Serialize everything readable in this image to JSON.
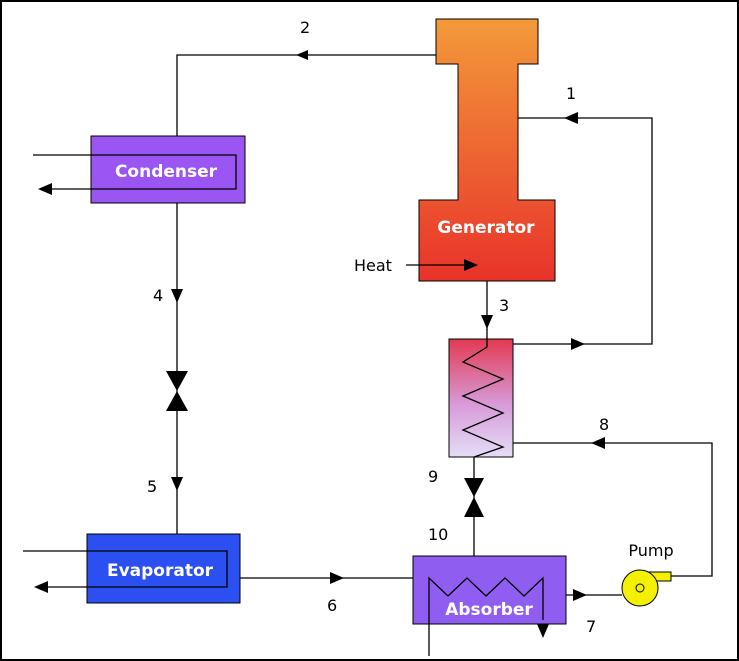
{
  "components": {
    "generator": "Generator",
    "condenser": "Condenser",
    "evaporator": "Evaporator",
    "absorber": "Absorber",
    "pump": "Pump",
    "heat": "Heat"
  },
  "state_points": [
    "1",
    "2",
    "3",
    "4",
    "5",
    "6",
    "7",
    "8",
    "9",
    "10"
  ],
  "colors": {
    "generator_top": "#f39a3a",
    "generator_bottom": "#e8332a",
    "condenser": "#9a55f2",
    "evaporator": "#2b4ff0",
    "absorber": "#8f5df0",
    "heat_exchanger_top": "#e23a52",
    "heat_exchanger_bottom": "#dcd0f4",
    "pump": "#f3f000"
  }
}
